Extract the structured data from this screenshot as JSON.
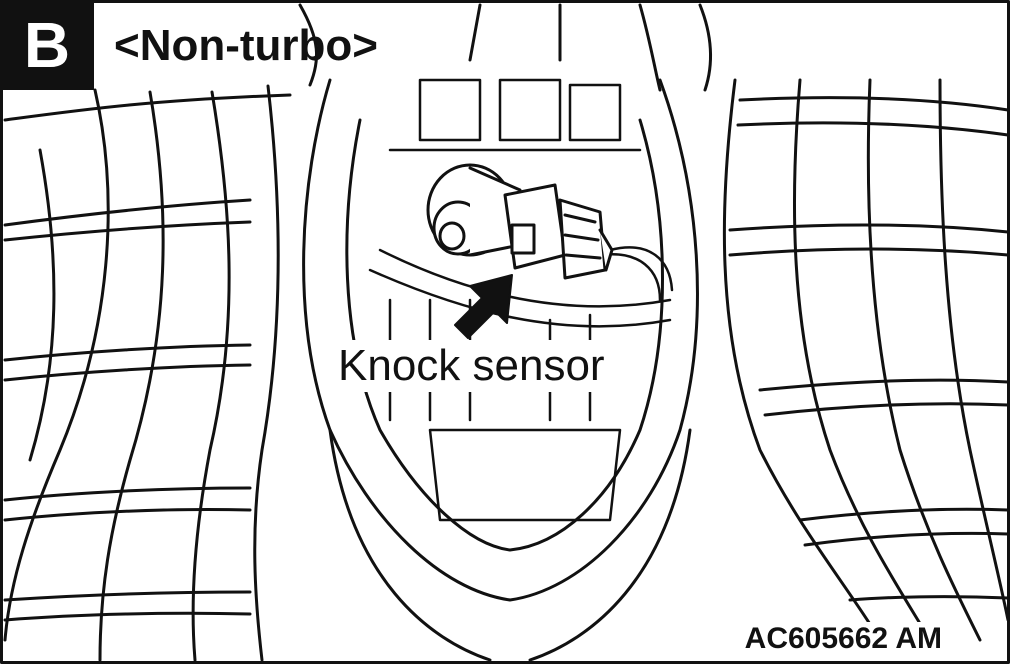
{
  "panel": {
    "badge": "B",
    "title": "<Non-turbo>"
  },
  "callout": {
    "label": "Knock sensor"
  },
  "figure_code": "AC605662 AM",
  "colors": {
    "line": "#111111",
    "background": "#ffffff"
  }
}
